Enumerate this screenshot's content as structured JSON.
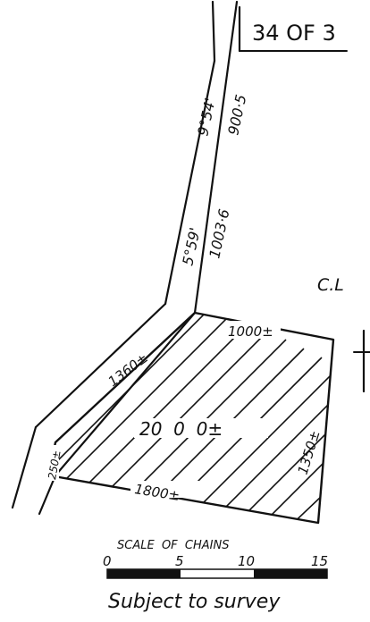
{
  "title": "34 OF 3",
  "bearings": {
    "upper_bearing": "9°54'",
    "upper_distance": "900·5",
    "lower_bearing": "5°59'",
    "lower_distance": "1003·6"
  },
  "marker": "C.L",
  "parcel": {
    "top": "1000±",
    "left": "1360±",
    "area": "20  0  0±",
    "right": "1350±",
    "bottom": "1800±",
    "corner": "250±"
  },
  "scale": {
    "title": "SCALE  OF  CHAINS",
    "ticks": [
      "0",
      "5",
      "10",
      "15"
    ]
  },
  "note": "Subject to survey"
}
